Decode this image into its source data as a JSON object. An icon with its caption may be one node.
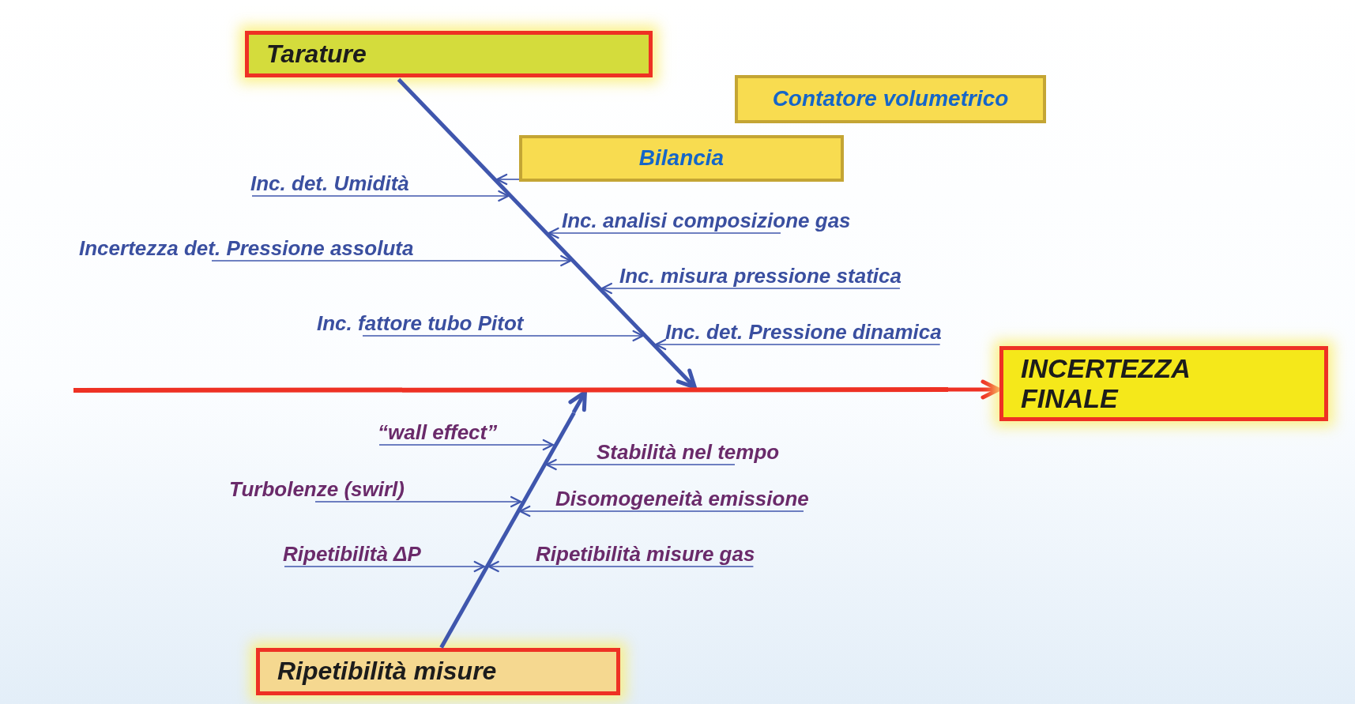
{
  "diagram": {
    "nodes": [
      {
        "text": [
          "Tarature"
        ]
      },
      {
        "text": [
          "Contatore volumetrico"
        ]
      },
      {
        "text": [
          "Bilancia"
        ]
      },
      {
        "text": [
          "Inc. det. Umidità"
        ]
      },
      {
        "text": [
          "Inc. analisi composizione gas"
        ]
      },
      {
        "text": [
          "Incertezza det. Pressione assoluta"
        ]
      },
      {
        "text": [
          "Inc. misura pressione statica"
        ]
      },
      {
        "text": [
          "Inc. fattore tubo Pitot"
        ]
      },
      {
        "text": [
          "Inc. det. Pressione dinamica"
        ]
      },
      {
        "text": [
          "INCERTEZZA FINALE"
        ]
      },
      {
        "text": [
          "“wall effect”"
        ]
      },
      {
        "text": [
          "Stabilità nel tempo"
        ]
      },
      {
        "text": [
          "Turbolenze (swirl)"
        ]
      },
      {
        "text": [
          "Disomogeneità emissione"
        ]
      },
      {
        "text": [
          "Ripetibilità ΔP"
        ]
      },
      {
        "text": [
          "Ripetibilità misure gas"
        ]
      },
      {
        "text": [
          "Ripetibilità misure"
        ]
      },
      {
        "text": [],
        "shape": "bar"
      },
      {
        "text": [],
        "shape": "bar"
      },
      {
        "text": [],
        "shape": "bar"
      }
    ],
    "edges": [
      {
        "from": 19,
        "to": 9,
        "arrow": "to",
        "style": "thick",
        "color": "#ee3124"
      },
      {
        "from": 17,
        "to": 19,
        "arrow": "to",
        "style": "thick"
      },
      {
        "from": 18,
        "to": 19,
        "arrow": "to",
        "style": "thick"
      },
      {
        "from": 2,
        "to": 17,
        "arrow": "to"
      },
      {
        "from": 3,
        "to": 17,
        "arrow": "to"
      },
      {
        "from": 4,
        "to": 17,
        "arrow": "to"
      },
      {
        "from": 5,
        "to": 17,
        "arrow": "to"
      },
      {
        "from": 6,
        "to": 17,
        "arrow": "to"
      },
      {
        "from": 7,
        "to": 17,
        "arrow": "to"
      },
      {
        "from": 8,
        "to": 17,
        "arrow": "to"
      },
      {
        "from": 10,
        "to": 18,
        "arrow": "to"
      },
      {
        "from": 11,
        "to": 18,
        "arrow": "to"
      },
      {
        "from": 12,
        "to": 18,
        "arrow": "to"
      },
      {
        "from": 13,
        "to": 18,
        "arrow": "to"
      },
      {
        "from": 14,
        "to": 18,
        "arrow": "to"
      },
      {
        "from": 15,
        "to": 18,
        "arrow": "to"
      }
    ]
  }
}
